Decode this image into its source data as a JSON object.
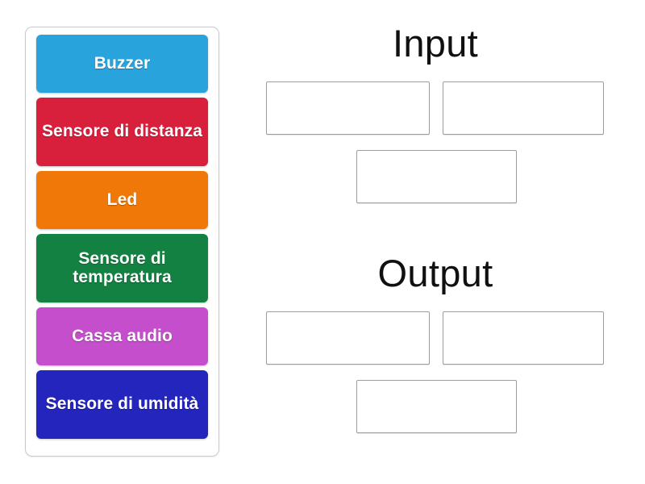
{
  "activity": {
    "type": "group-sort-drag-and-drop",
    "background_color": "#ffffff"
  },
  "tray": {
    "name": "draggable-tiles-tray",
    "border_color": "#c9c9c9",
    "tiles": [
      {
        "label": "Buzzer",
        "color": "#29a3dc",
        "lines": 1
      },
      {
        "label": "Sensore di distanza",
        "color": "#d81f3c",
        "lines": 2
      },
      {
        "label": "Led",
        "color": "#ef7808",
        "lines": 1
      },
      {
        "label": "Sensore di temperatura",
        "color": "#128141",
        "lines": 2
      },
      {
        "label": "Cassa audio",
        "color": "#c44ecb",
        "lines": 1
      },
      {
        "label": "Sensore di umidità",
        "color": "#2425bd",
        "lines": 2
      }
    ]
  },
  "categories": [
    {
      "title": "Input",
      "slots": [
        {
          "label": "",
          "placeholder": ""
        },
        {
          "label": "",
          "placeholder": ""
        },
        {
          "label": "",
          "placeholder": ""
        }
      ]
    },
    {
      "title": "Output",
      "slots": [
        {
          "label": "",
          "placeholder": ""
        },
        {
          "label": "",
          "placeholder": ""
        },
        {
          "label": "",
          "placeholder": ""
        }
      ]
    }
  ],
  "colors": {
    "slot_border": "#9d9d9d",
    "tray_border": "#c9c9c9",
    "title_text": "#101010",
    "tile_text": "#ffffff"
  }
}
